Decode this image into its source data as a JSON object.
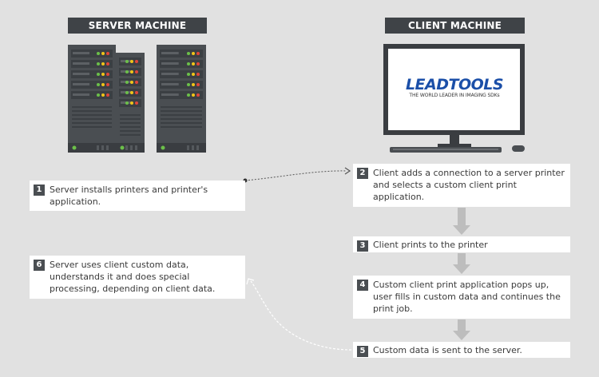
{
  "headers": {
    "server": "SERVER MACHINE",
    "client": "CLIENT MACHINE"
  },
  "logo": {
    "name": "LEADTOOLS",
    "tagline": "THE WORLD LEADER IN IMAGING SDKs"
  },
  "steps": [
    {
      "number": "1",
      "text": "Server installs printers and printer's application."
    },
    {
      "number": "2",
      "text": "Client adds a connection to a server printer and selects a custom client print application."
    },
    {
      "number": "3",
      "text": "Client prints to the printer"
    },
    {
      "number": "4",
      "text": "Custom client print application pops up, user fills in custom data and continues the print job."
    },
    {
      "number": "5",
      "text": "Custom data is sent to the server."
    },
    {
      "number": "6",
      "text": "Server uses client custom data, understands it and does special processing, depending on client data."
    }
  ],
  "colors": {
    "background": "#e1e1e1",
    "header": "#3f4347",
    "server_body": "#4a4e52",
    "led_green": "#6cc04a",
    "led_yellow": "#f0c419",
    "led_red": "#e0463a",
    "logo_blue": "#1b4fa8",
    "arrow": "#bdbdbd"
  }
}
